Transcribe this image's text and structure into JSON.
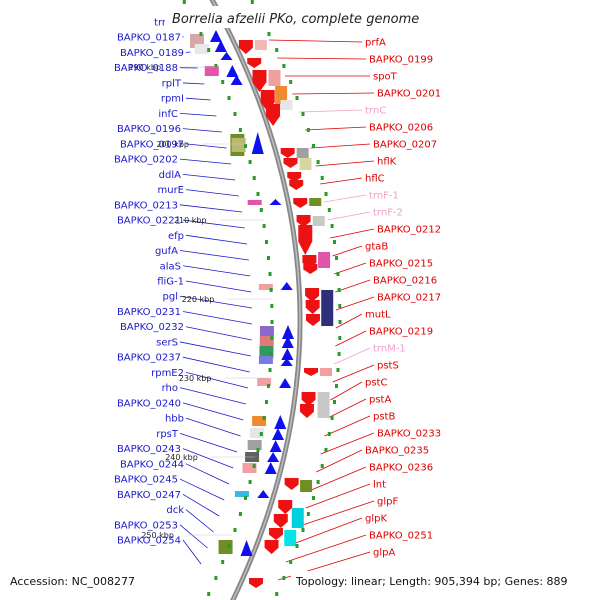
{
  "title": "Borrelia afzelii PKo, complete genome",
  "accession": "Accession: NC_008277",
  "topology": "Topology: linear; Length: 905,394 bp; Genes: 889",
  "ticks": [
    "190 kbp",
    "200 kbp",
    "210 kbp",
    "220 kbp",
    "230 kbp",
    "240 kbp",
    "250 kbp"
  ],
  "colors": {
    "left_labels": "#1a1acc",
    "right_labels": "#dd0000",
    "rna_labels": "#f0a0c8",
    "backbone": "#888888",
    "tick_dots": "#2a9a2a"
  },
  "left_labels": [
    "trmE",
    "BAPKO_0187",
    "BAPKO_0189",
    "BAPKO_0188",
    "rplT",
    "rpmI",
    "infC",
    "BAPKO_0196",
    "BAPKO_0197",
    "BAPKO_0202",
    "ddlA",
    "murE",
    "BAPKO_0213",
    "BAPKO_0221",
    "efp",
    "gufA",
    "alaS",
    "fliG-1",
    "pgl",
    "BAPKO_0231",
    "BAPKO_0232",
    "serS",
    "BAPKO_0237",
    "rpmE2",
    "rho",
    "BAPKO_0240",
    "hbb",
    "rpsT",
    "BAPKO_0243",
    "BAPKO_0244",
    "BAPKO_0245",
    "BAPKO_0247",
    "dck",
    "BAPKO_0253",
    "BAPKO_0254"
  ],
  "right_labels": [
    "prfA",
    "BAPKO_0199",
    "spoT",
    "BAPKO_0201",
    "trnC",
    "BAPKO_0206",
    "BAPKO_0207",
    "hflK",
    "hflC",
    "trnF-1",
    "trnF-2",
    "BAPKO_0212",
    "gtaB",
    "BAPKO_0215",
    "BAPKO_0216",
    "BAPKO_0217",
    "mutL",
    "BAPKO_0219",
    "trnM-1",
    "pstS",
    "pstC",
    "pstA",
    "pstB",
    "BAPKO_0233",
    "BAPKO_0235",
    "BAPKO_0236",
    "lnt",
    "glpF",
    "glpK",
    "BAPKO_0251",
    "glpA"
  ],
  "rna_right_labels": [
    "trnC",
    "trnF-1",
    "trnF-2",
    "trnM-1"
  ]
}
